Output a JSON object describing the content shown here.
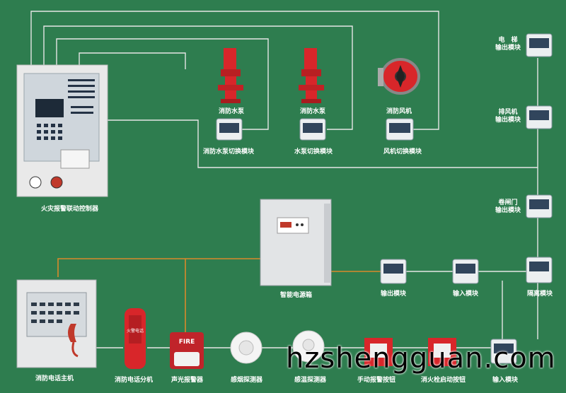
{
  "labels": {
    "controller": "火灾报警联动控制器",
    "pump1": "消防水泵",
    "pump2": "消防水泵",
    "fan": "消防风机",
    "pump1_module": "消防水泵切换模块",
    "pump2_module": "水泵切换模块",
    "fan_module": "风机切换模块",
    "elevator_l1": "电　梯",
    "elevator_l2": "输出模块",
    "exhaust_l1": "排风机",
    "exhaust_l2": "输出模块",
    "shutter_l1": "卷闸门",
    "shutter_l2": "输出模块",
    "power_box": "智能电源箱",
    "output_module": "输出模块",
    "input_module_mid": "输入模块",
    "isolation_module": "隔离模块",
    "phone_host": "消防电话主机",
    "phone_ext": "消防电话分机",
    "sound_light_alarm": "声光报警器",
    "smoke_detector": "感烟探测器",
    "heat_detector": "感温探测器",
    "manual_button": "手动报警按钮",
    "hydrant_button": "消火栓启动按钮",
    "input_module_bottom": "输入模块"
  },
  "device_text": {
    "alarm_fire": "FIRE",
    "phone_ext_text": "火警电话"
  },
  "watermark": "hzshengguan.com",
  "colors": {
    "background": "#2e7d4f",
    "bus_wire": "#e6e6e6",
    "power_wire": "#d98a2b",
    "pump_red": "#d8262a"
  }
}
